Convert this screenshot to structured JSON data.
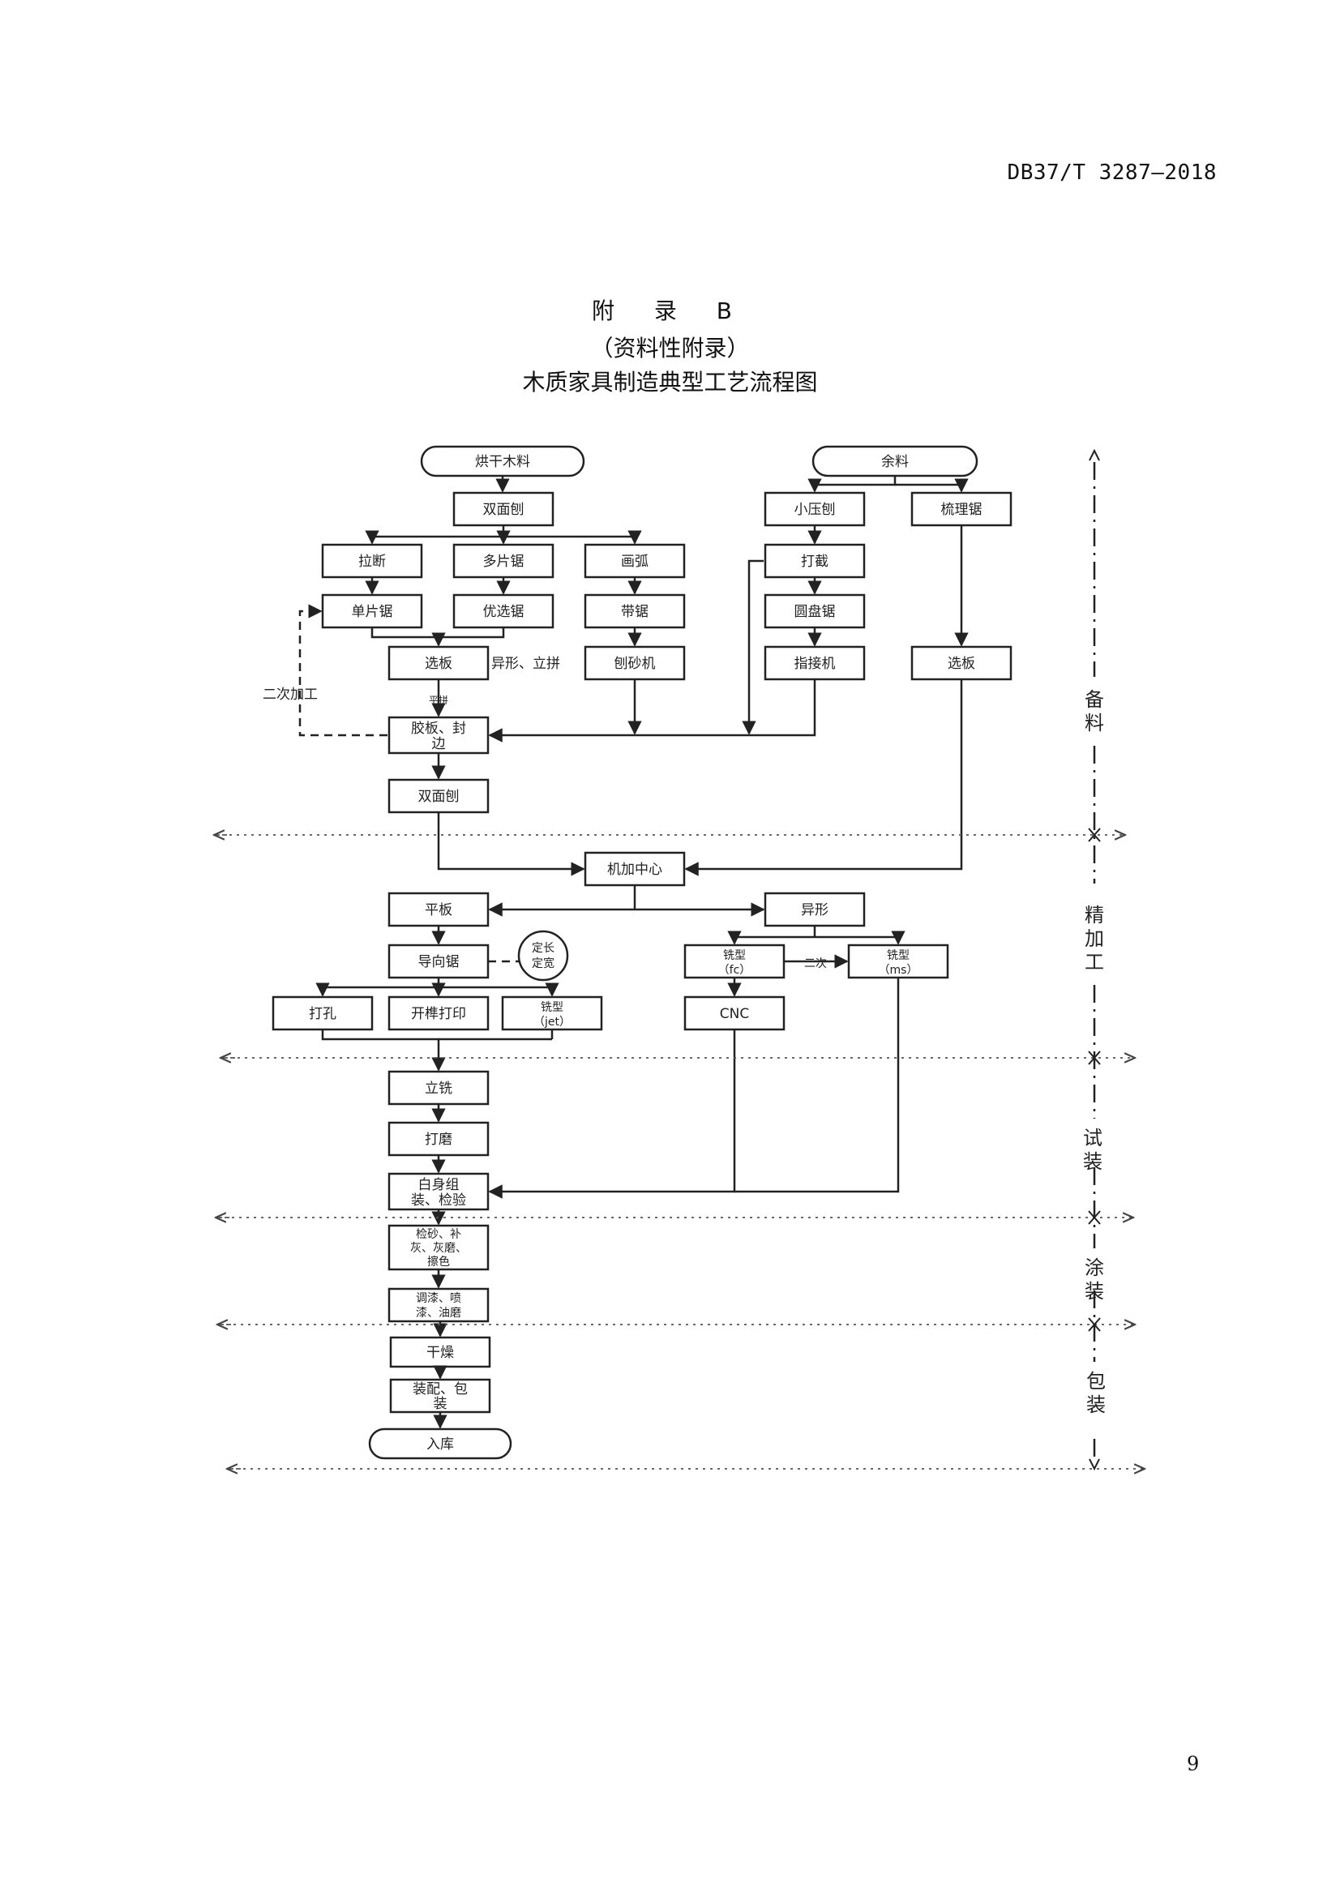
{
  "header": {
    "doc_code": "DB37/T 3287—2018"
  },
  "appendix": {
    "label": "附 录 B",
    "type": "（资料性附录）",
    "title": "木质家具制造典型工艺流程图"
  },
  "flowchart": {
    "nodes": {
      "start_dry_wood": "烘干木料",
      "start_leftover": "余料",
      "double_planer_1": "双面刨",
      "cross_cut": "拉断",
      "gang_saw": "多片锯",
      "draw_arc": "画弧",
      "single_rip_saw": "单片锯",
      "optimizing_saw": "优选锯",
      "band_saw": "带锯",
      "board_select_1": "选板",
      "planer_sander": "刨砂机",
      "glue_edge_1": "胶板、封",
      "glue_edge_2": "边",
      "double_planer_2": "双面刨",
      "small_planer": "小压刨",
      "trim_cut": "打截",
      "circular_saw": "圆盘锯",
      "finger_joint": "指接机",
      "sorting_saw": "梳理锯",
      "board_select_2": "选板",
      "machining_center": "机加中心",
      "flat_board": "平板",
      "shaped": "异形",
      "guide_saw": "导向锯",
      "fixed_len_1": "定长",
      "fixed_len_2": "定宽",
      "drill": "打孔",
      "mortise_print": "开榫打印",
      "mill_jet_1": "铣型",
      "mill_jet_2": "（jet）",
      "mill_fc_1": "铣型",
      "mill_fc_2": "（fc）",
      "mill_ms_1": "铣型",
      "mill_ms_2": "（ms）",
      "cnc": "CNC",
      "vertical_mill": "立铣",
      "sanding": "打磨",
      "white_assembly_1": "白身组",
      "white_assembly_2": "装、检验",
      "finish_sand_1": "检砂、补",
      "finish_sand_2": "灰、灰磨、",
      "finish_sand_3": "擦色",
      "paint_1": "调漆、喷",
      "paint_2": "漆、油磨",
      "drying": "干燥",
      "pack_1": "装配、包",
      "pack_2": "装",
      "warehouse": "入库"
    },
    "edge_labels": {
      "shaped_glued": "异形、立拼",
      "flat_glued": "平拼",
      "secondary_processing": "二次加工",
      "secondary": "二次"
    },
    "stages": {
      "prep_1": "备",
      "prep_2": "料",
      "fine_1": "精",
      "fine_2": "加",
      "fine_3": "工",
      "trial_1": "试",
      "trial_2": "装",
      "coat_1": "涂",
      "coat_2": "装",
      "pack_1": "包",
      "pack_2": "装"
    }
  },
  "footer": {
    "page_number": "9"
  }
}
